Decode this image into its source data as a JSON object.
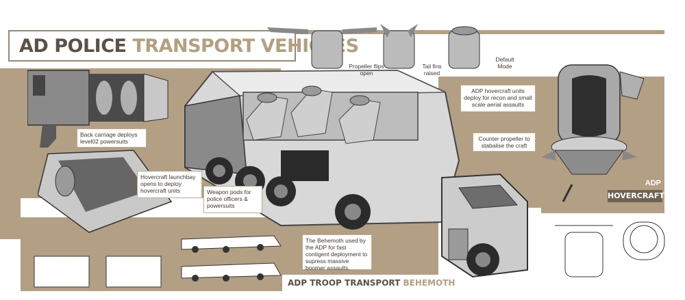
{
  "title": {
    "part1": "AD POLICE",
    "part2": "TRANSPORT VEHICLES"
  },
  "notes": {
    "back_carriage": "Back carriage deploys level02 powersuits",
    "launchbay": "Hovercraft launchbay opens to deploy hovercraft units",
    "weapon_pods": "Weapon pods for police officers & powersuits",
    "behemoth_desc": "The Behemoth used by the ADP for fast contigent deployment to supress massive boomer assaults.",
    "hover_units": "ADP hovercraft units deploy for recon and small scale aerial assaults",
    "counter_prop": "Counter propeller to stabalise the craft"
  },
  "modes": {
    "propeller": "Propeller flips open",
    "tail": "Tail fins raised",
    "default": "Default Mode"
  },
  "labels": {
    "hover_adp": "ADP",
    "hover_name": "HOVERCRAFT",
    "troop_part1": "ADP TROOP TRANSPORT",
    "troop_part2": "BEHEMOTH"
  },
  "colors": {
    "panel": "#b39f84",
    "title_dark": "#5a5147",
    "title_light": "#b3a080",
    "bar_dark": "#6e6252"
  }
}
